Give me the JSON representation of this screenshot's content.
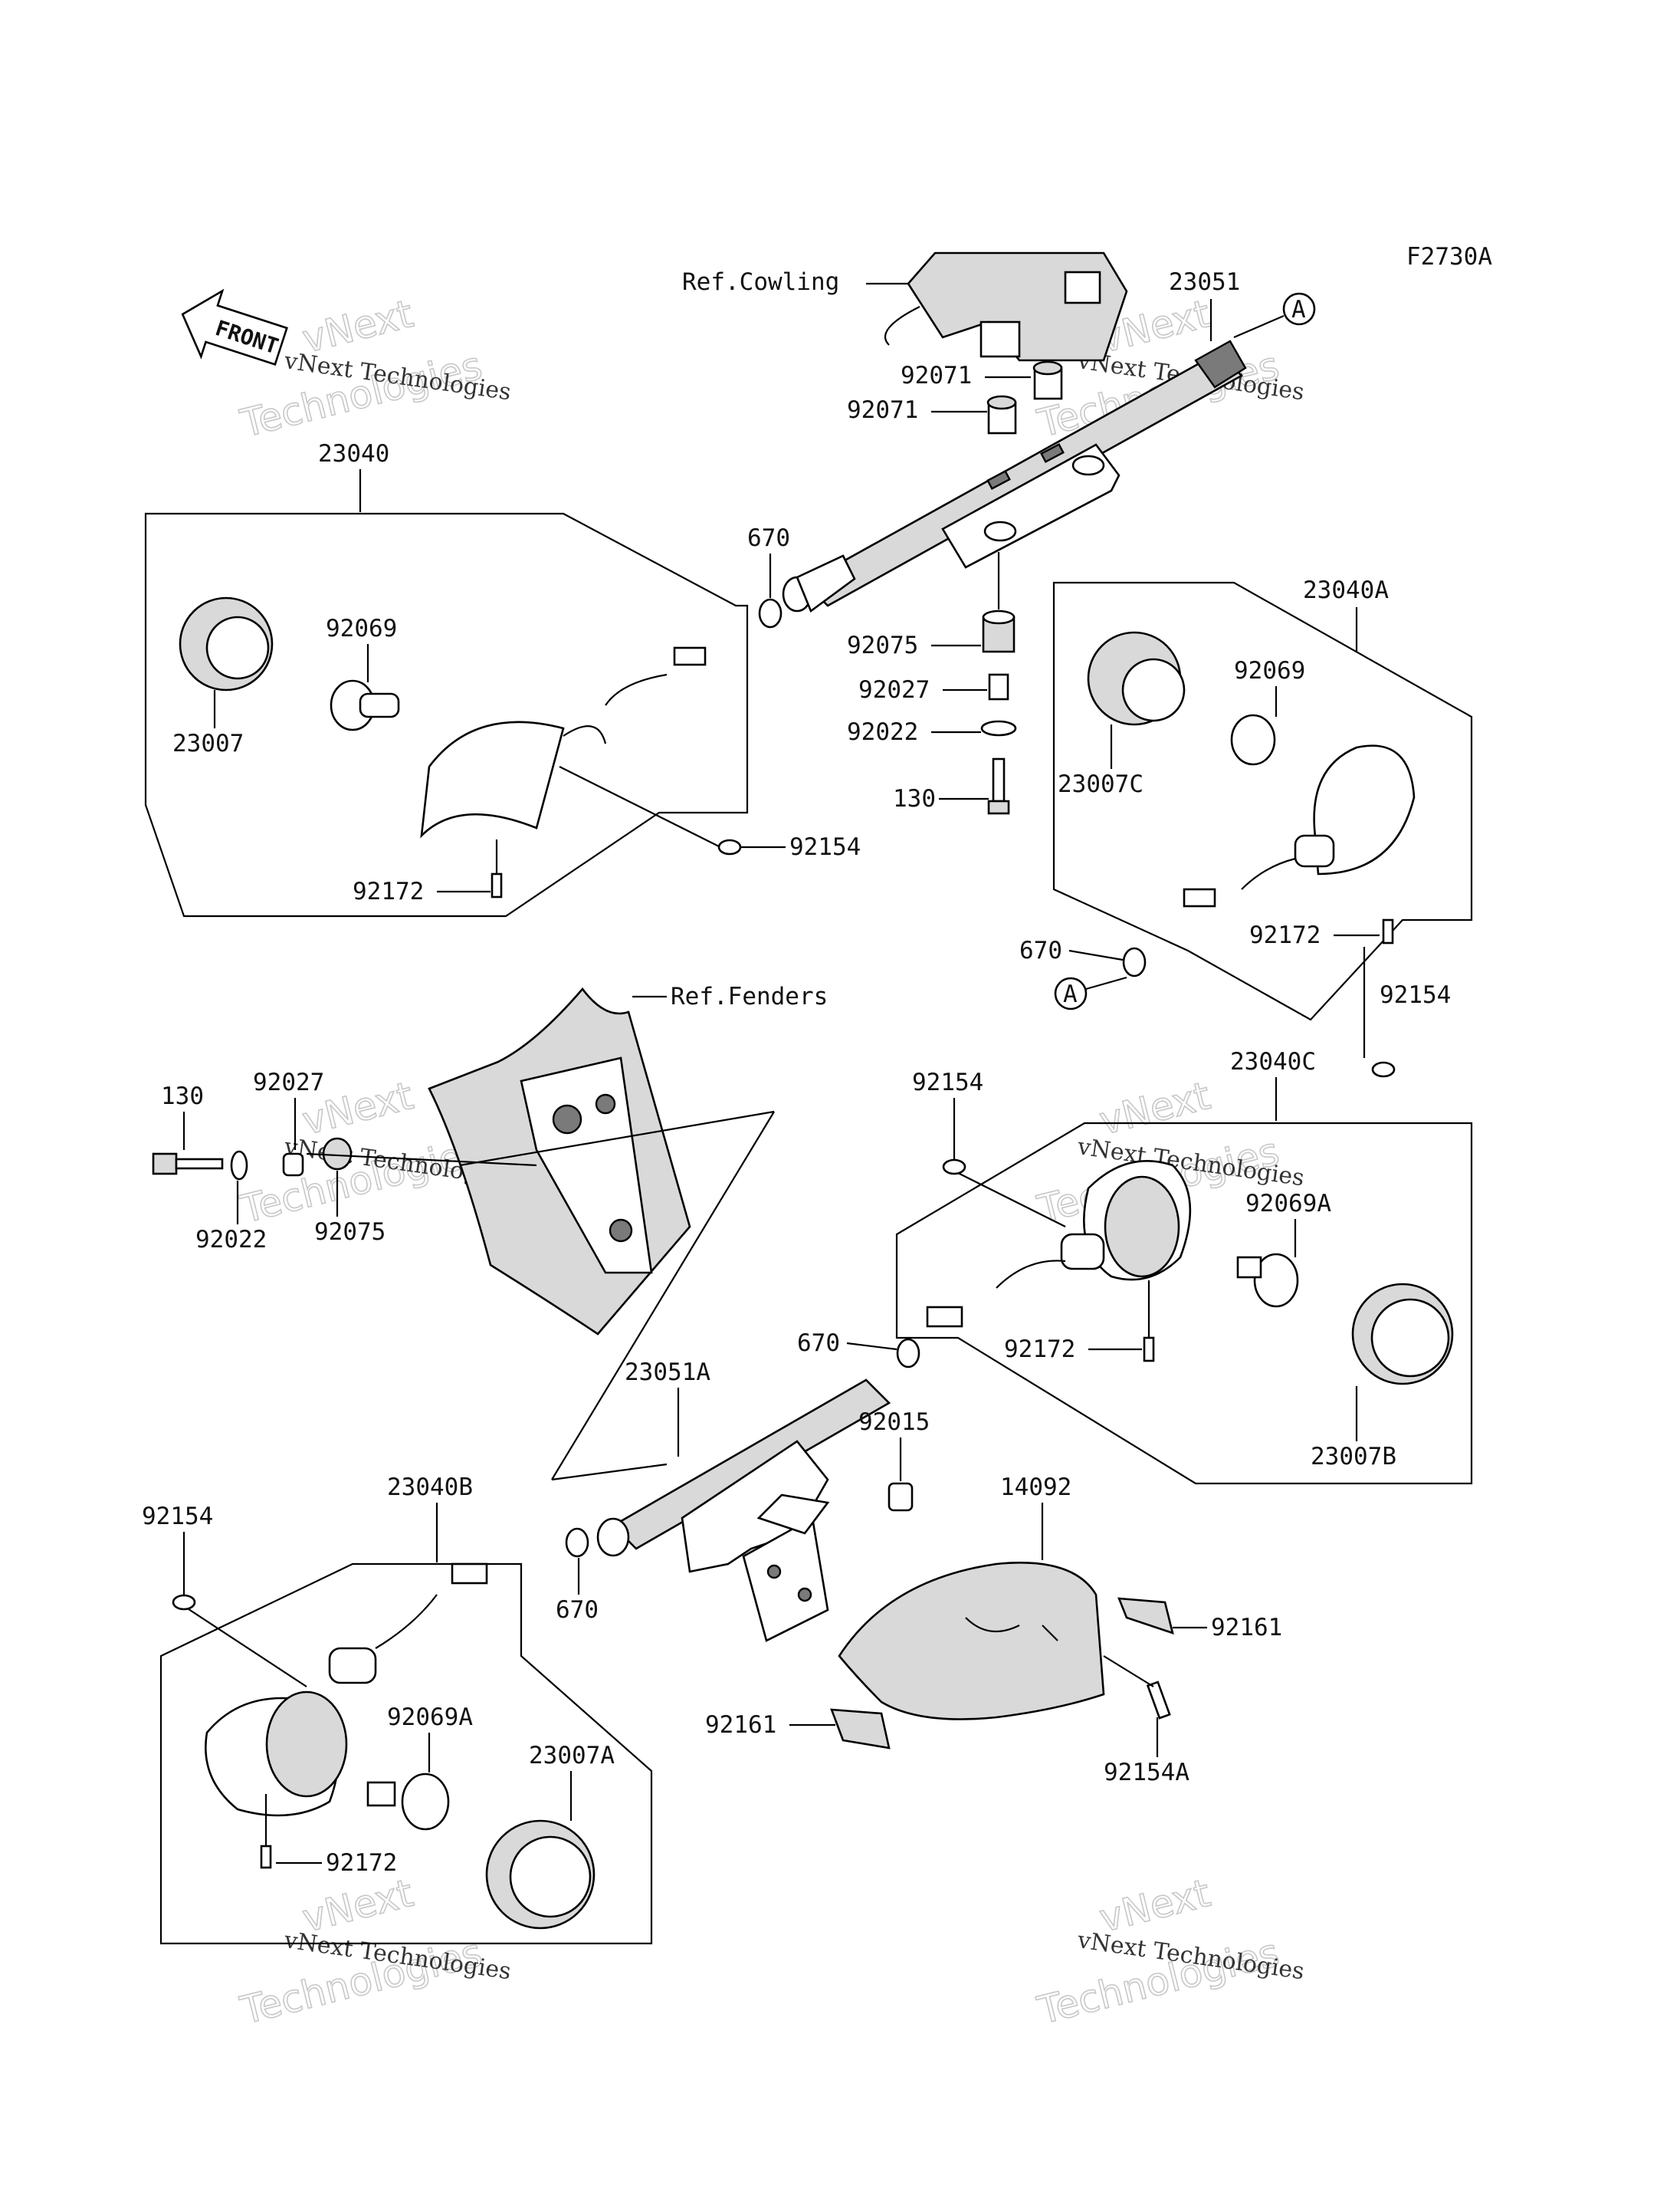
{
  "figure_code": "F2730A",
  "front_badge": "FRONT",
  "reference_labels": {
    "cowling": "Ref.Cowling",
    "fenders": "Ref.Fenders"
  },
  "connector_mark": "A",
  "watermark": {
    "small": "vNext Technologies",
    "big_top": "vNext",
    "big_bottom": "Technologies"
  },
  "parts": [
    {
      "id": "p23051",
      "number": "23051"
    },
    {
      "id": "p92071a",
      "number": "92071"
    },
    {
      "id": "p92071b",
      "number": "92071"
    },
    {
      "id": "p23040",
      "number": "23040"
    },
    {
      "id": "p670a",
      "number": "670"
    },
    {
      "id": "p92069a",
      "number": "92069"
    },
    {
      "id": "p23007",
      "number": "23007"
    },
    {
      "id": "p92075a",
      "number": "92075"
    },
    {
      "id": "p92027a",
      "number": "92027"
    },
    {
      "id": "p92022a",
      "number": "92022"
    },
    {
      "id": "p130a",
      "number": "130"
    },
    {
      "id": "p92154a",
      "number": "92154"
    },
    {
      "id": "p92172a",
      "number": "92172"
    },
    {
      "id": "p23040A",
      "number": "23040A"
    },
    {
      "id": "p92069b",
      "number": "92069"
    },
    {
      "id": "p23007C",
      "number": "23007C"
    },
    {
      "id": "p92172b",
      "number": "92172"
    },
    {
      "id": "p670b",
      "number": "670"
    },
    {
      "id": "p92154b",
      "number": "92154"
    },
    {
      "id": "p130b",
      "number": "130"
    },
    {
      "id": "p92027b",
      "number": "92027"
    },
    {
      "id": "p92022b",
      "number": "92022"
    },
    {
      "id": "p92075b",
      "number": "92075"
    },
    {
      "id": "p92154c",
      "number": "92154"
    },
    {
      "id": "p23040C",
      "number": "23040C"
    },
    {
      "id": "p92069A1",
      "number": "92069A"
    },
    {
      "id": "p670c",
      "number": "670"
    },
    {
      "id": "p92172c",
      "number": "92172"
    },
    {
      "id": "p23007B",
      "number": "23007B"
    },
    {
      "id": "p23051A",
      "number": "23051A"
    },
    {
      "id": "p92015",
      "number": "92015"
    },
    {
      "id": "p23040B",
      "number": "23040B"
    },
    {
      "id": "p14092",
      "number": "14092"
    },
    {
      "id": "p92154d",
      "number": "92154"
    },
    {
      "id": "p670d",
      "number": "670"
    },
    {
      "id": "p92161a",
      "number": "92161"
    },
    {
      "id": "p92161b",
      "number": "92161"
    },
    {
      "id": "p92154A",
      "number": "92154A"
    },
    {
      "id": "p92069A2",
      "number": "92069A"
    },
    {
      "id": "p23007A",
      "number": "23007A"
    },
    {
      "id": "p92172d",
      "number": "92172"
    }
  ]
}
